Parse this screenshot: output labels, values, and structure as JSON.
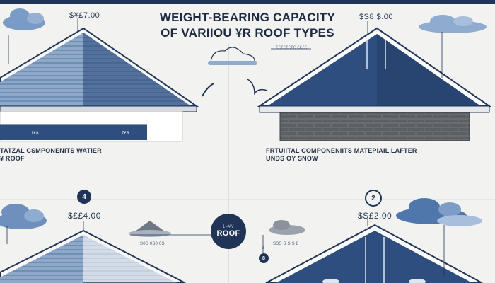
{
  "title": {
    "line1": "WEIGHT-BEARING CAPACITY",
    "line2": "OF VARIIOU ¥R ROOF TYPES"
  },
  "prices": {
    "top_left": "$¥£7.00",
    "top_right": "$S8 $.00",
    "bottom_left": "$££4.00",
    "bottom_right": "$S£2.00"
  },
  "bar_labels": {
    "left": "1£8",
    "right": "7£8"
  },
  "sections": {
    "left_heading_line1": "TATZAL CSMPONENITS WATIER",
    "left_heading_line2": "¥ ROOF",
    "right_heading_line1": "FRTUIITAL COMPONENIITS MATEPIAIL LAFTER",
    "right_heading_line2": "UNDS OY SNOW"
  },
  "badges": {
    "left_number": "4",
    "right_number": "2",
    "center_small": "1=¥Y",
    "center_big": "ROOF",
    "small_left": "8",
    "small_left2": "8"
  },
  "tiny_labels": {
    "right_roof": "££££££££ ££££",
    "bottom_center": "S0S 0S0 0S",
    "bottom_right": "SSS S S S 8"
  },
  "colors": {
    "navy": "#1f3456",
    "roof_blue": "#2d4e7e",
    "roof_light": "#6f8fb6",
    "brick": "#5a5e63",
    "cloud": "#7a9bc6"
  }
}
